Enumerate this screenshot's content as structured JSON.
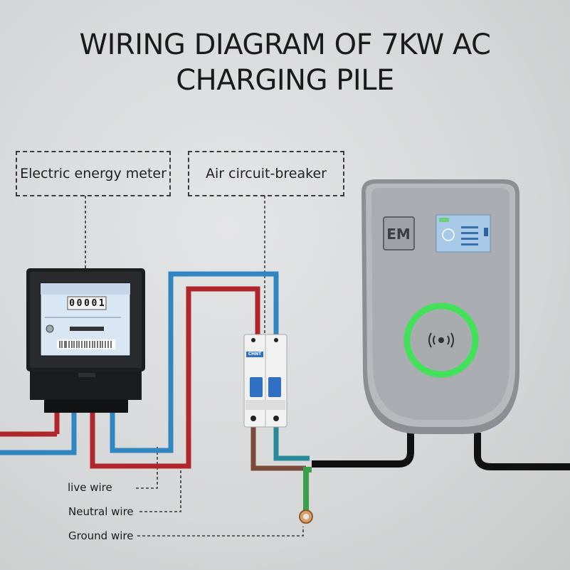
{
  "title": {
    "line1": "WIRING DIAGRAM OF 7KW AC",
    "line2": "CHARGING PILE"
  },
  "labels": {
    "meter": "Electric energy meter",
    "breaker": "Air circuit-breaker"
  },
  "legend": {
    "live": "live wire",
    "neutral": "Neutral wire",
    "ground": "Ground wire"
  },
  "meter_display": {
    "digits": [
      "0",
      "0",
      "0",
      "0",
      "1"
    ],
    "brand": "CHNT"
  },
  "charger": {
    "logo_text": "EM"
  },
  "colors": {
    "live": "#b0262a",
    "neutral": "#2f86c0",
    "ground": "#3aa14a",
    "brown": "#7a4a3a",
    "cable": "#111111",
    "ring": "#43e05a"
  }
}
